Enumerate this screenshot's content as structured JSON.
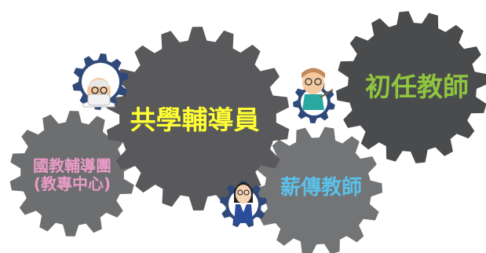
{
  "gears": {
    "co_learning_counselor": {
      "label": "共學輔導員",
      "fill": "#59595b",
      "text_color": "#ffff33"
    },
    "national_education_counseling_group": {
      "line1": "國教輔導團",
      "line2": "(教專中心)",
      "fill": "#6d6e70",
      "text_color": "#e99bc6"
    },
    "novice_teacher": {
      "label": "初任教師",
      "fill": "#4a4b4d",
      "text_color": "#8fc53f"
    },
    "mentor_teacher": {
      "label": "薪傳教師",
      "fill": "#737476",
      "text_color": "#5bc1ea"
    }
  },
  "avatar_gear_color": "#2f4a7a",
  "icons": [
    "elderly-teacher-avatar-icon",
    "young-teacher-avatar-icon",
    "female-teacher-avatar-icon"
  ]
}
